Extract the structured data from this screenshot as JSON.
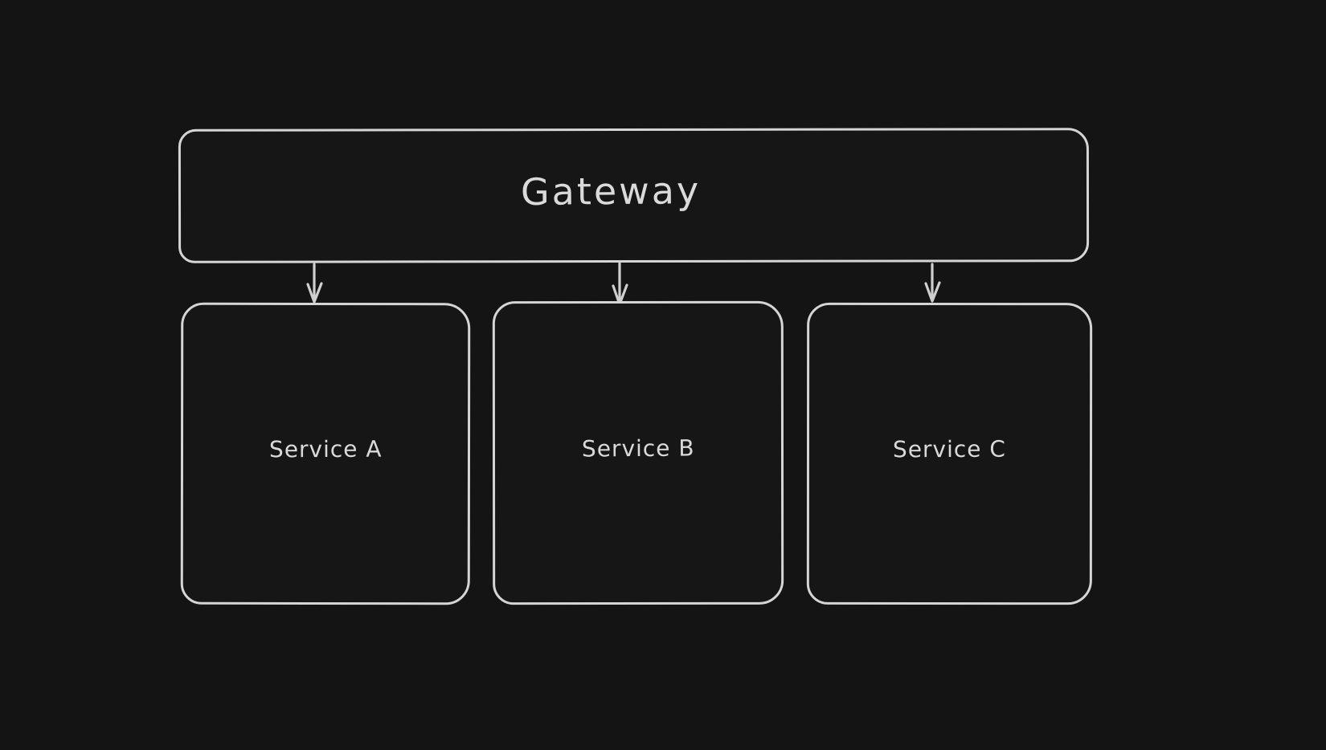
{
  "canvas": {
    "background_color": "#141414",
    "stroke_color": "#d5d5d5",
    "text_color": "#dadada"
  },
  "diagram": {
    "gateway": {
      "label": "Gateway"
    },
    "services": [
      {
        "label": "Service A"
      },
      {
        "label": "Service B"
      },
      {
        "label": "Service C"
      }
    ],
    "connections": [
      {
        "from": "Gateway",
        "to": "Service A"
      },
      {
        "from": "Gateway",
        "to": "Service B"
      },
      {
        "from": "Gateway",
        "to": "Service C"
      }
    ]
  }
}
